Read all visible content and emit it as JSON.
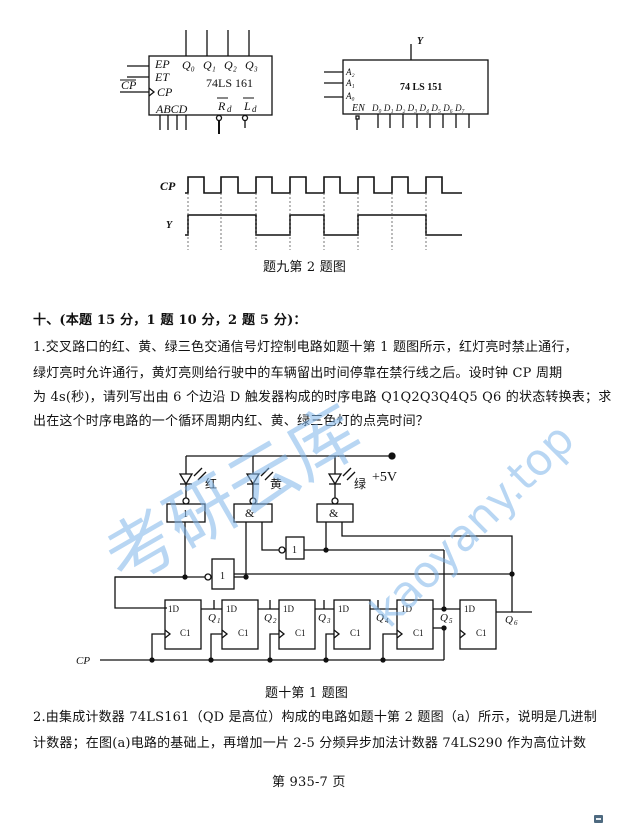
{
  "figure9": {
    "chip161": {
      "name": "74LS161",
      "pins_top": [
        "Q0",
        "Q1",
        "Q2",
        "Q3"
      ],
      "pins_left": [
        "EP",
        "ET",
        "CP"
      ],
      "pins_bottom": [
        "A",
        "B",
        "C",
        "D"
      ],
      "pins_bottom_right": [
        "Rd",
        "Ld"
      ],
      "external_label": "CP"
    },
    "chip151": {
      "name": "74 LS 151",
      "output": "Y",
      "pins_left": [
        "A2",
        "A1",
        "A0"
      ],
      "pins_bottom": [
        "EN",
        "D0",
        "D1",
        "D2",
        "D3",
        "D4",
        "D5",
        "D6",
        "D7"
      ]
    },
    "waveform": {
      "signals": [
        "CP",
        "Y"
      ],
      "cp_pulses": 8,
      "y_levels_per_cycle": [
        1,
        1,
        0,
        1,
        0,
        1,
        1,
        0
      ]
    },
    "caption": "题九第 2 题图"
  },
  "section10": {
    "heading": "十、(本题 15 分，1 题 10 分，2 题 5 分)：",
    "q1_lines": [
      "1.交叉路口的红、黄、绿三色交通信号灯控制电路如题十第 1 题图所示，红灯亮时禁止通行，",
      "绿灯亮时允许通行，黄灯亮则给行驶中的车辆留出时间停靠在禁行线之后。设时钟 CP 周期",
      "为 4s(秒)，请列写出由 6 个边沿 D 触发器构成的时序电路 Q1Q2Q3Q4Q5 Q6 的状态转换表；求",
      "出在这个时序电路的一个循环周期内红、黄、绿三色灯的点亮时间？"
    ],
    "figure10": {
      "supply": "+5V",
      "leds": [
        "红",
        "黄",
        "绿"
      ],
      "gates": [
        "1",
        "&",
        "&",
        "1",
        "1"
      ],
      "ff_labels": [
        "1D",
        "C1"
      ],
      "outputs": [
        "Q1",
        "Q2",
        "Q3",
        "Q4",
        "Q5",
        "Q6"
      ],
      "clock": "CP",
      "caption": "题十第 1 题图"
    },
    "q2_lines": [
      "2.由集成计数器 74LS161（QD 是高位）构成的电路如题十第 2 题图（a）所示，说明是几进制",
      "计数器；在图(a)电路的基础上，再增加一片 2-5 分频异步加法计数器 74LS290 作为高位计数"
    ]
  },
  "footer": {
    "page": "第 935-7 页"
  },
  "watermark": {
    "text_cn": "考研云库",
    "text_url": "kaoyany.top",
    "color": "#7fb6ea"
  }
}
